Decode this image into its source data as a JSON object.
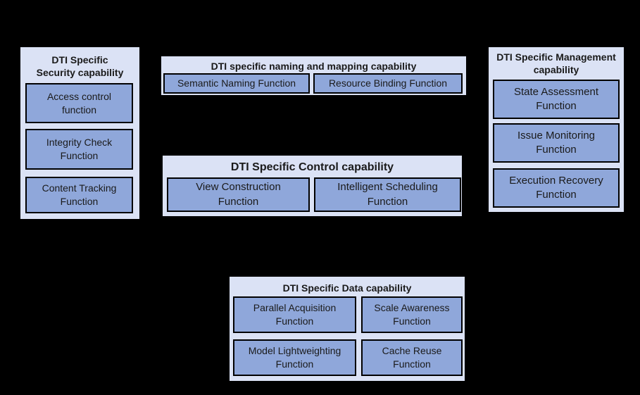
{
  "diagram": {
    "background": "#000000",
    "palette": {
      "group_fill": "#dbe2f5",
      "function_fill": "#8fa7da",
      "border": "#000000",
      "text": "#1a1a1a"
    },
    "groups": {
      "security": {
        "title": "DTI Specific\nSecurity capability",
        "functions": [
          "Access control\nfunction",
          "Integrity Check\nFunction",
          "Content Tracking\nFunction"
        ]
      },
      "naming_mapping": {
        "title": "DTI specific naming and mapping capability",
        "functions": [
          "Semantic Naming Function",
          "Resource Binding Function"
        ]
      },
      "control": {
        "title": "DTI Specific Control capability",
        "functions": [
          "View Construction\nFunction",
          "Intelligent Scheduling\nFunction"
        ]
      },
      "management": {
        "title": "DTI Specific Management\ncapability",
        "functions": [
          "State Assessment\nFunction",
          "Issue Monitoring\nFunction",
          "Execution Recovery\nFunction"
        ]
      },
      "data": {
        "title": "DTI Specific Data capability",
        "functions": [
          "Parallel Acquisition\nFunction",
          "Scale Awareness\nFunction",
          "Model Lightweighting\nFunction",
          "Cache Reuse\nFunction"
        ]
      }
    }
  }
}
